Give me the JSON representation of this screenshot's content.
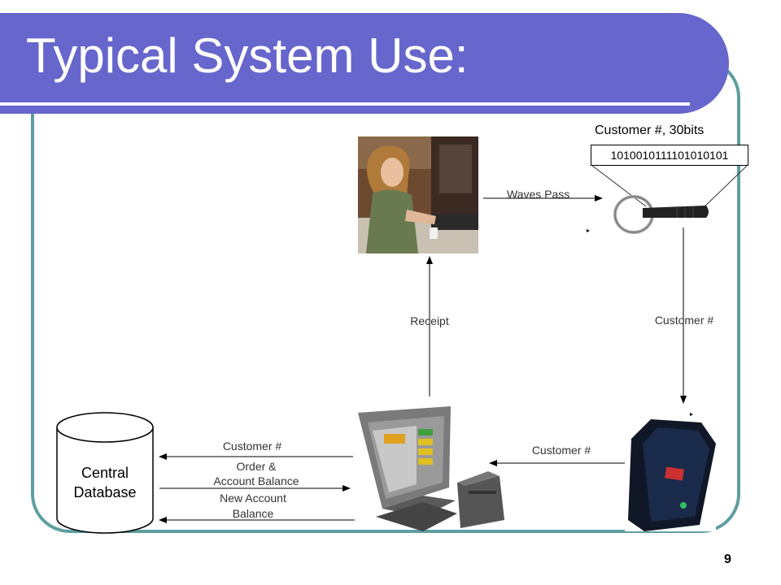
{
  "slide": {
    "title": "Typical System Use:",
    "page_number": "9"
  },
  "diagram": {
    "tag_label": "Customer #, 30bits",
    "tag_bits": "1010010111101010101",
    "edges": {
      "waves_pass": "Waves Pass",
      "receipt": "Receipt",
      "customer_number_right": "Customer #",
      "customer_number_bottom": "Customer #",
      "customer_number_db": "Customer #",
      "order_line1": "Order &",
      "order_line2": "Account Balance",
      "new_balance_line1": "New Account",
      "new_balance_line2": "Balance"
    },
    "database": {
      "line1": "Central",
      "line2": "Database"
    }
  },
  "colors": {
    "title_bar": "#6666cc",
    "frame_border": "#5f9ea0"
  }
}
